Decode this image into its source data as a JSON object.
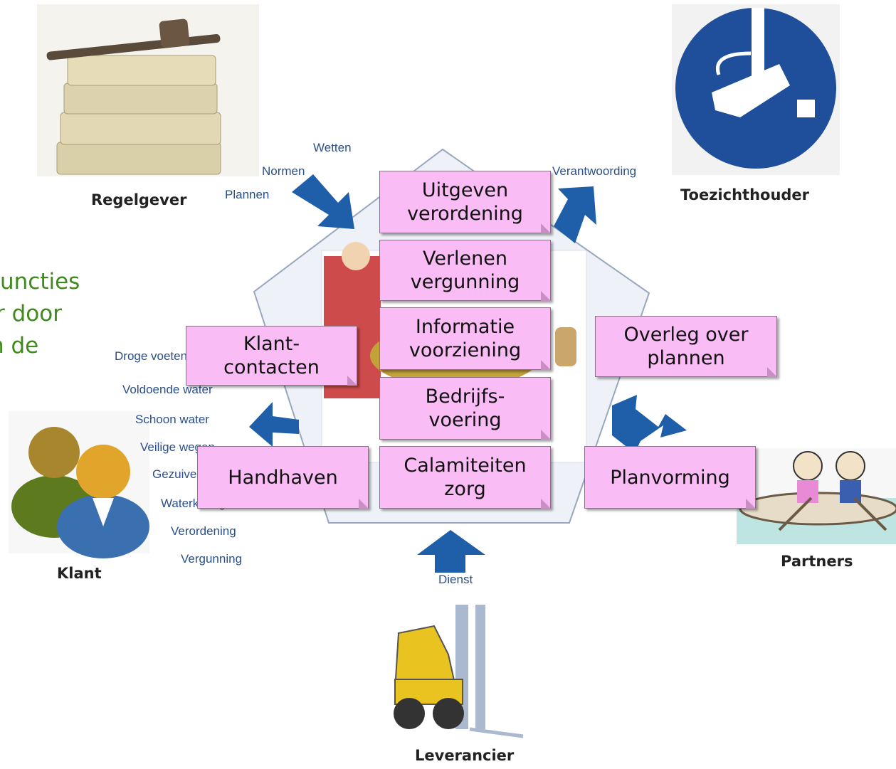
{
  "actors": {
    "regelgever": "Regelgever",
    "toezichthouder": "Toezichthouder",
    "klant": "Klant",
    "partners": "Partners",
    "leverancier": "Leverancier"
  },
  "flows": {
    "regelgever_in": [
      "Wetten",
      "Normen",
      "Plannen"
    ],
    "toezicht_out": "Verantwoording",
    "klant_out": [
      "Droge voeten",
      "Voldoende water",
      "Schoon water",
      "Veilige wegen",
      "Gezuiverd",
      "Waterkeringen",
      "Verordening",
      "Vergunning"
    ],
    "leverancier_in": "Dienst"
  },
  "side_text": [
    "uncties",
    "r door",
    "n de"
  ],
  "notes": {
    "uitgeven": [
      "Uitgeven",
      "verordening"
    ],
    "verlenen": [
      "Verlenen",
      "vergunning"
    ],
    "informatie": [
      "Informatie",
      "voorziening"
    ],
    "bedrijfs": [
      "Bedrijfs-",
      "voering"
    ],
    "calamiteiten": [
      "Calamiteiten",
      "zorg"
    ],
    "klantcontacten": [
      "Klant-",
      "contacten"
    ],
    "handhaven": [
      "Handhaven"
    ],
    "overleg": [
      "Overleg over",
      "plannen"
    ],
    "planvorming": [
      "Planvorming"
    ]
  },
  "colors": {
    "note": "#f9bcf4",
    "arrow": "#1f5ea8",
    "pentagon": "#eef2f8",
    "side_text": "#3f8a1d"
  }
}
